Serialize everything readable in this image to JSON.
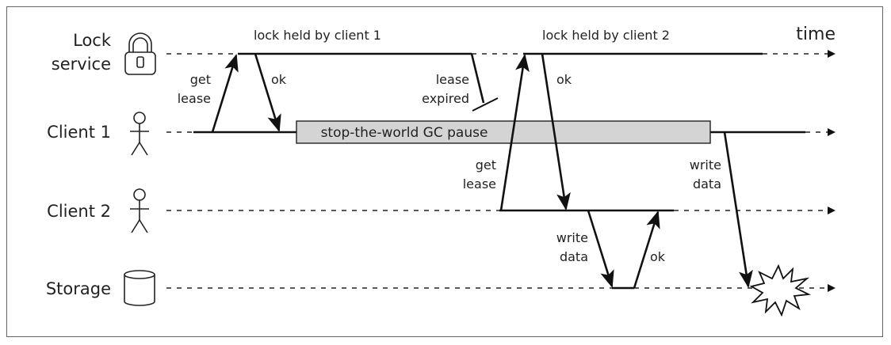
{
  "lanes": {
    "lock_service_line1": "Lock",
    "lock_service_line2": "service",
    "client1": "Client 1",
    "client2": "Client 2",
    "storage": "Storage"
  },
  "time_label": "time",
  "annotations": {
    "lock_held_client1": "lock held by client 1",
    "lock_held_client2": "lock held by client 2",
    "get_lease_c1_line1": "get",
    "get_lease_c1_line2": "lease",
    "ok_c1": "ok",
    "lease_expired_line1": "lease",
    "lease_expired_line2": "expired",
    "gc_pause": "stop-the-world GC pause",
    "get_lease_c2_line1": "get",
    "get_lease_c2_line2": "lease",
    "ok_c2": "ok",
    "write_data_c1_line1": "write",
    "write_data_c1_line2": "data",
    "write_data_c2_line1": "write",
    "write_data_c2_line2": "data",
    "ok_storage": "ok"
  },
  "icons": {
    "lock_service": "padlock-icon",
    "client1": "person-icon",
    "client2": "person-icon",
    "storage": "database-cylinder-icon",
    "conflict": "explosion-burst-icon"
  },
  "colors": {
    "gc_pause_fill": "#d4d4d4",
    "line": "#111111"
  }
}
